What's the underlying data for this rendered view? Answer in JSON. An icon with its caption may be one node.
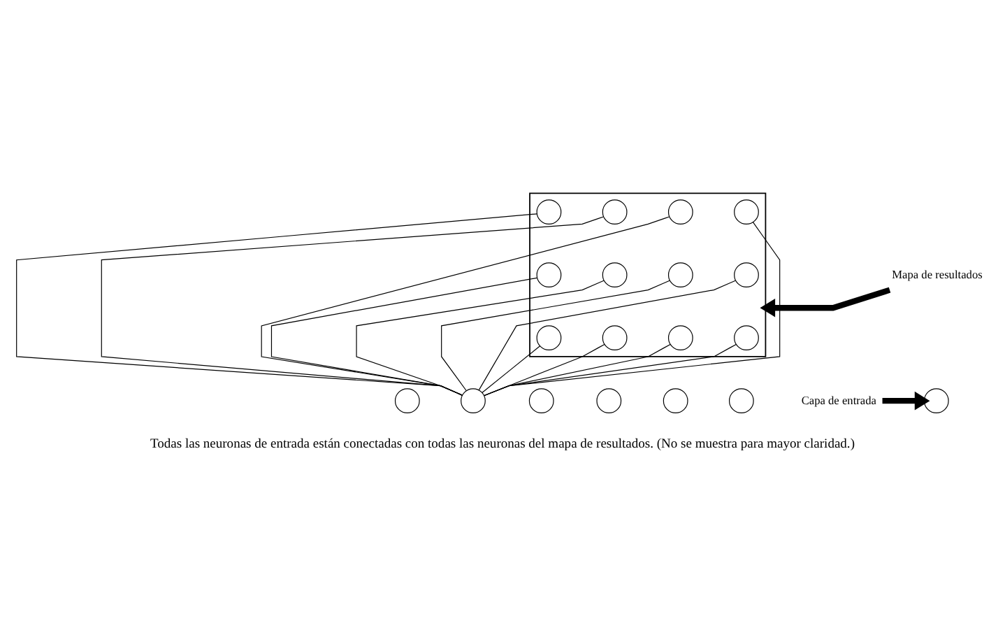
{
  "diagram": {
    "caption": "Todas las neuronas de entrada están conectadas con todas las neuronas del mapa de resultados. (No se muestra para mayor claridad.)",
    "nodes": [
      {
        "text": [],
        "shape": "box"
      },
      {
        "text": [],
        "shape": "circle",
        "in": 0
      },
      {
        "text": [],
        "shape": "circle",
        "in": 0
      },
      {
        "text": [],
        "shape": "circle",
        "in": 0
      },
      {
        "text": [],
        "shape": "circle",
        "in": 0
      },
      {
        "text": [],
        "shape": "circle",
        "in": 0
      },
      {
        "text": [],
        "shape": "circle",
        "in": 0
      },
      {
        "text": [],
        "shape": "circle",
        "in": 0
      },
      {
        "text": [],
        "shape": "circle",
        "in": 0
      },
      {
        "text": [],
        "shape": "circle",
        "in": 0
      },
      {
        "text": [],
        "shape": "circle",
        "in": 0
      },
      {
        "text": [],
        "shape": "circle",
        "in": 0
      },
      {
        "text": [],
        "shape": "circle",
        "in": 0
      },
      {
        "text": [
          "Mapa de resultados"
        ]
      },
      {
        "text": [
          "Capa de entrada"
        ]
      },
      {
        "text": [],
        "shape": "circle"
      },
      {
        "text": [],
        "shape": "circle"
      },
      {
        "text": [],
        "shape": "circle"
      },
      {
        "text": [],
        "shape": "circle"
      },
      {
        "text": [],
        "shape": "circle"
      },
      {
        "text": [],
        "shape": "circle"
      },
      {
        "text": [],
        "shape": "circle"
      }
    ],
    "edges": [
      {
        "from": 16,
        "to": 1,
        "arrow": "none"
      },
      {
        "from": 16,
        "to": 2,
        "arrow": "none"
      },
      {
        "from": 16,
        "to": 3,
        "arrow": "none"
      },
      {
        "from": 16,
        "to": 4,
        "arrow": "none"
      },
      {
        "from": 16,
        "to": 5,
        "arrow": "none"
      },
      {
        "from": 16,
        "to": 6,
        "arrow": "none"
      },
      {
        "from": 16,
        "to": 7,
        "arrow": "none"
      },
      {
        "from": 16,
        "to": 8,
        "arrow": "none"
      },
      {
        "from": 16,
        "to": 9,
        "arrow": "none"
      },
      {
        "from": 16,
        "to": 10,
        "arrow": "none"
      },
      {
        "from": 16,
        "to": 11,
        "arrow": "none"
      },
      {
        "from": 16,
        "to": 12,
        "arrow": "none"
      },
      {
        "from": 13,
        "to": 0,
        "arrow": "to",
        "style": "thick"
      },
      {
        "from": 14,
        "to": 21,
        "arrow": "to",
        "style": "thick"
      }
    ]
  }
}
